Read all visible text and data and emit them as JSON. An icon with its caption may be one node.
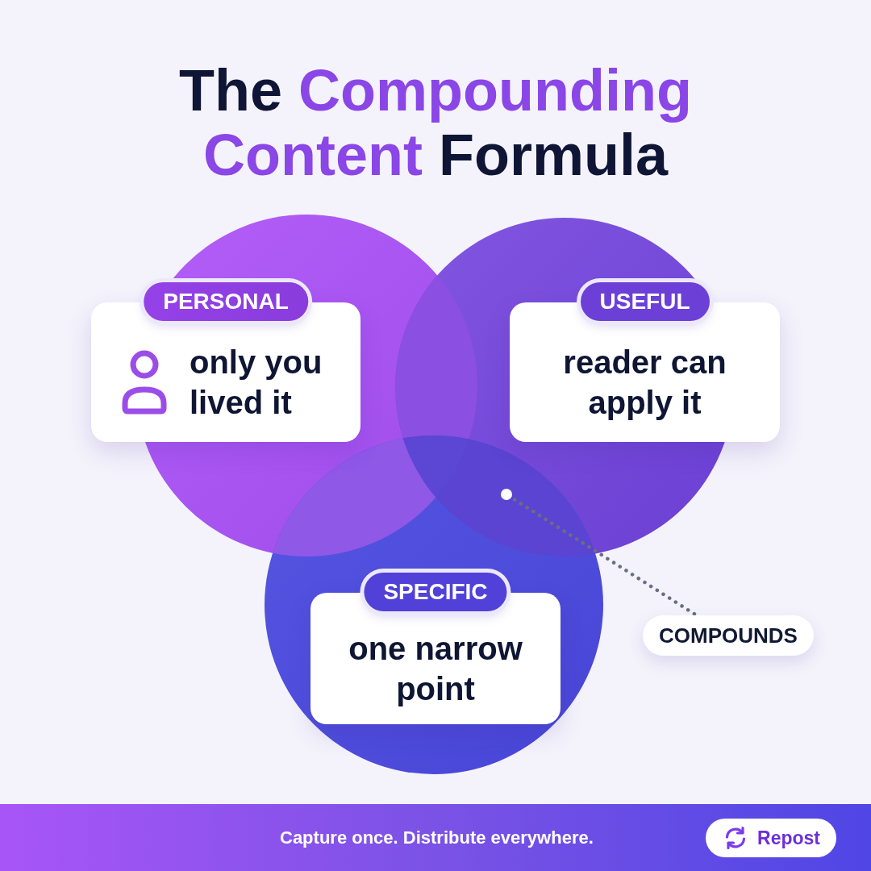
{
  "diagram": {
    "title": "The **Compounding Content** Formula",
    "nodes": [
      {
        "text": [
          "PERSONAL",
          "only you lived it"
        ]
      },
      {
        "text": [
          "USEFUL",
          "reader can apply it"
        ]
      },
      {
        "text": [
          "SPECIFIC",
          "one narrow point"
        ]
      },
      {
        "text": [],
        "shape": "circle"
      },
      {
        "text": [
          "COMPOUNDS"
        ]
      }
    ],
    "edges": [
      {
        "from": 4,
        "to": 3,
        "arrow": "none",
        "style": "dashed"
      }
    ],
    "labels": [
      "Capture once. Distribute everywhere.",
      "Repost"
    ]
  }
}
